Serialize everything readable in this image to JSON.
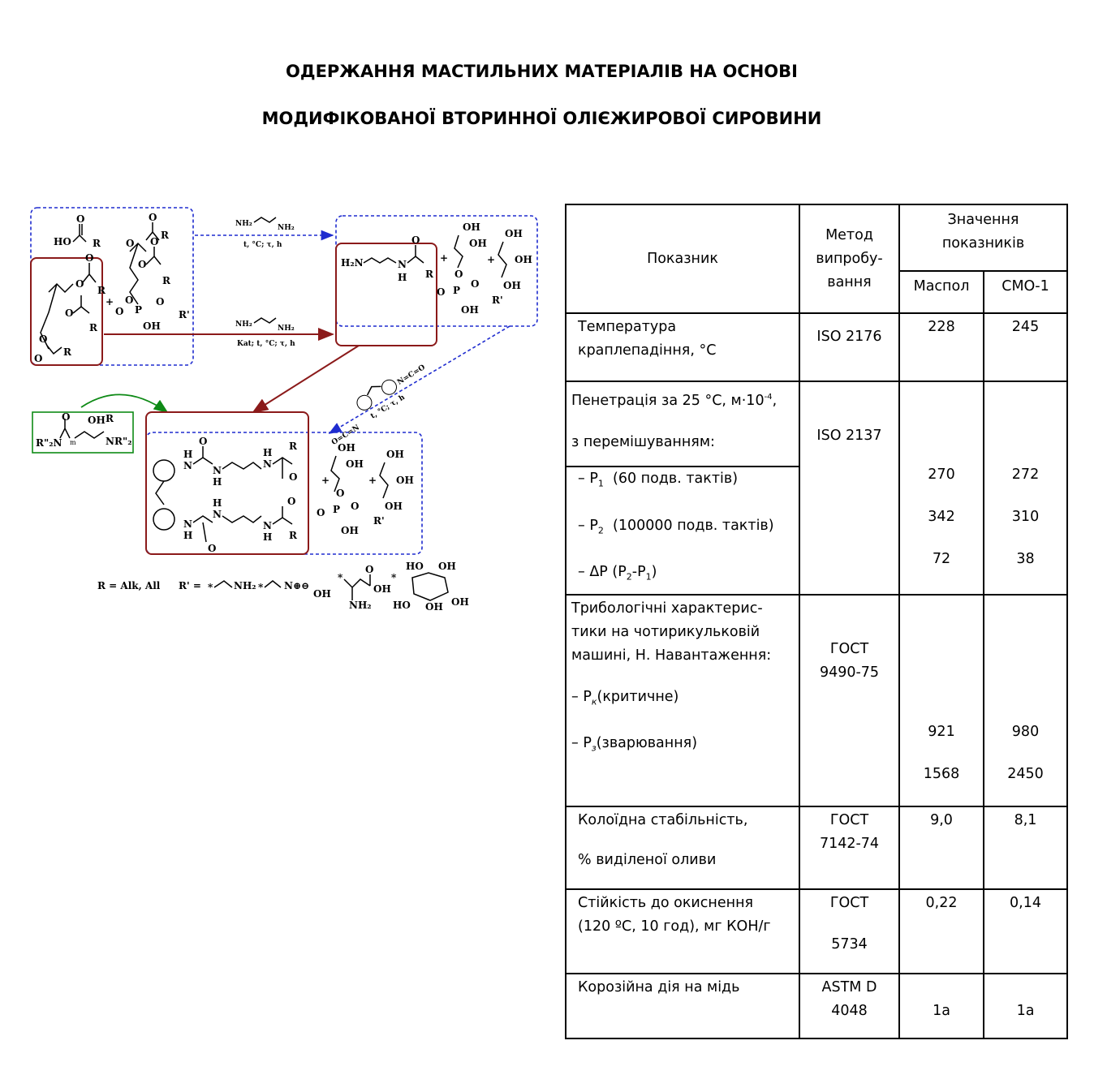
{
  "title": {
    "line1": "ОДЕРЖАННЯ МАСТИЛЬНИХ МАТЕРІАЛІВ НА ОСНОВІ",
    "line2": "МОДИФІКОВАНОЇ ВТОРИННОЇ ОЛІЄЖИРОВОЇ СИРОВИНИ"
  },
  "scheme": {
    "labels": {
      "R": "R",
      "HO": "HO",
      "O": "O",
      "OH": "OH",
      "P": "P",
      "Rp": "R'",
      "plus": "+",
      "H2N": "H₂N",
      "NH2": "NH₂",
      "N": "N",
      "H": "H",
      "NCO": "N=C=O",
      "OCN": "O=C=N",
      "NR2": "NR\"₂",
      "R2N": "R\"₂N",
      "m": "m"
    },
    "conditions": {
      "c1": "t, °C; τ, h",
      "c2": "Kat; t, °C; τ, h",
      "c3": "t, °C; τ, h"
    },
    "legend": {
      "r_def": "R = Alk, All",
      "rp_def": "R' =",
      "star": "*",
      "nplus": "N⊕⊖",
      "OH": "OH",
      "O": "O",
      "HO": "HO",
      "NH2": "NH₂"
    },
    "colors": {
      "blue": "#1f2ccf",
      "darkred": "#8b1a1a",
      "green": "#0e8a16"
    }
  },
  "table": {
    "headers": {
      "indicator": "Показник",
      "method_l1": "Метод",
      "method_l2": "випробу-",
      "method_l3": "вання",
      "values_l1": "Значення",
      "values_l2": "показників",
      "maspol": "Маспол",
      "smo": "СМО-1"
    },
    "rows": {
      "dropping": {
        "l1": "Температура",
        "l2": "краплепадіння, °C",
        "method": "ISO 2176",
        "maspol": "228",
        "smo": "245"
      },
      "penetration": {
        "l1": "Пенетрація за 25 °C, м·10",
        "l1_sup": "-4",
        "l1_end": ",",
        "l2": "з перемішуванням:",
        "method": "ISO 2137",
        "p1": "– P",
        "p1_sub": "1",
        "p1_rest": "  (60 подв. тактів)",
        "p2": "– P",
        "p2_sub": "2",
        "p2_rest": "  (100000 подв. тактів)",
        "dp": "– ΔP (P",
        "dp_sub2": "2",
        "dp_mid": "-P",
        "dp_sub1": "1",
        "dp_end": ")",
        "maspol": [
          "270",
          "342",
          "72"
        ],
        "smo": [
          "272",
          "310",
          "38"
        ]
      },
      "tribo": {
        "l1": "Трибологічні характерис-",
        "l2": "тики на чотирикульковій",
        "l3": "машині, Н. Навантаження:",
        "pk": "– P",
        "pk_sub": "к",
        "pk_rest": "(критичне)",
        "pz": "– P",
        "pz_sub": "з",
        "pz_rest": "(зварювання)",
        "method_l1": "ГОСТ",
        "method_l2": "9490-75",
        "maspol": [
          "921",
          "1568"
        ],
        "smo": [
          "980",
          "2450"
        ]
      },
      "colloid": {
        "l1": "Колоїдна стабільність,",
        "l2": "% виділеної оливи",
        "method_l1": "ГОСТ",
        "method_l2": "7142-74",
        "maspol": "9,0",
        "smo": "8,1"
      },
      "oxidation": {
        "l1": "Стійкість до окиснення",
        "l2": "(120 ºC, 10 год), мг КОН/г",
        "method_l1": "ГОСТ",
        "method_l2": "5734",
        "maspol": "0,22",
        "smo": "0,14"
      },
      "corrosion": {
        "l1": "Корозійна дія на мідь",
        "method_l1": "ASTM D",
        "method_l2": "4048",
        "maspol": "1а",
        "smo": "1а"
      }
    }
  }
}
